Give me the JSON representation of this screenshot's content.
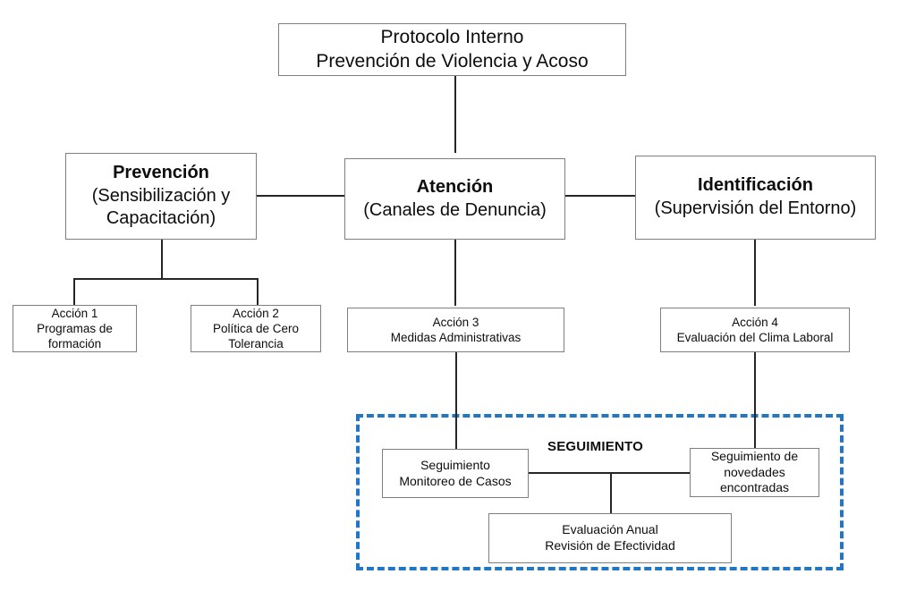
{
  "diagram": {
    "title_box": {
      "line1": "Protocolo Interno",
      "line2": "Prevención de Violencia y Acoso"
    },
    "pillars": [
      {
        "id": "prevencion",
        "heading": "Prevención",
        "sub_line1": "(Sensibilización y",
        "sub_line2": "Capacitación)"
      },
      {
        "id": "atencion",
        "heading": "Atención",
        "sub_line1": "(Canales de Denuncia)",
        "sub_line2": ""
      },
      {
        "id": "identificacion",
        "heading": "Identificación",
        "sub_line1": "(Supervisión del Entorno)",
        "sub_line2": ""
      }
    ],
    "actions": [
      {
        "id": "accion-1",
        "label": "Acción 1",
        "desc_line1": "Programas de",
        "desc_line2": "formación"
      },
      {
        "id": "accion-2",
        "label": "Acción 2",
        "desc_line1": "Política de Cero",
        "desc_line2": "Tolerancia"
      },
      {
        "id": "accion-3",
        "label": "Acción 3",
        "desc_line1": "Medidas Administrativas",
        "desc_line2": ""
      },
      {
        "id": "accion-4",
        "label": "Acción 4",
        "desc_line1": "Evaluación del Clima Laboral",
        "desc_line2": ""
      }
    ],
    "seguimiento_group": {
      "label": "SEGUIMIENTO",
      "border_color": "#2277c4",
      "boxes": [
        {
          "id": "monitoreo-casos",
          "line1": "Seguimiento",
          "line2": "Monitoreo de Casos",
          "line3": ""
        },
        {
          "id": "novedades-encontradas",
          "line1": "Seguimiento de",
          "line2": "novedades",
          "line3": "encontradas"
        },
        {
          "id": "evaluacion-anual",
          "line1": "Evaluación Anual",
          "line2": "Revisión de Efectividad",
          "line3": ""
        }
      ]
    },
    "colors": {
      "box_border": "#7f7f7f",
      "connector": "#262626",
      "text": "#0d0d0d",
      "group_dash": "#2277c4",
      "background": "#ffffff"
    }
  }
}
